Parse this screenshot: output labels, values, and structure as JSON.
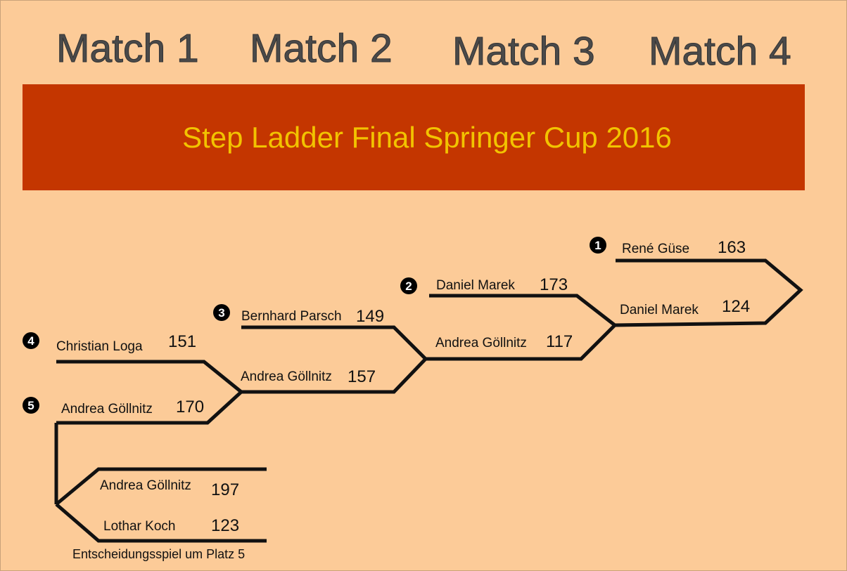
{
  "matches": [
    "Match 1",
    "Match 2",
    "Match 3",
    "Match 4"
  ],
  "title": "Step Ladder Final Springer Cup 2016",
  "colors": {
    "background": "#fccb98",
    "banner": "#c43600",
    "title": "#f2c300",
    "lines": "#111111"
  },
  "seeds": [
    "1",
    "2",
    "3",
    "4",
    "5"
  ],
  "entries": {
    "match1_top": {
      "name": "Christian Loga",
      "score": "151"
    },
    "match1_bottom": {
      "name": "Andrea Göllnitz",
      "score": "170"
    },
    "match2_top": {
      "name": "Bernhard Parsch",
      "score": "149"
    },
    "match2_bottom": {
      "name": "Andrea Göllnitz",
      "score": "157"
    },
    "match3_top": {
      "name": "Daniel Marek",
      "score": "173"
    },
    "match3_bottom": {
      "name": "Andrea Göllnitz",
      "score": "117"
    },
    "match4_top": {
      "name": "René Güse",
      "score": "163"
    },
    "match4_bottom": {
      "name": "Daniel Marek",
      "score": "124"
    },
    "placement_top": {
      "name": "Andrea Göllnitz",
      "score": "197"
    },
    "placement_bottom": {
      "name": "Lothar Koch",
      "score": "123"
    }
  },
  "placement_caption": "Entscheidungsspiel um Platz 5"
}
